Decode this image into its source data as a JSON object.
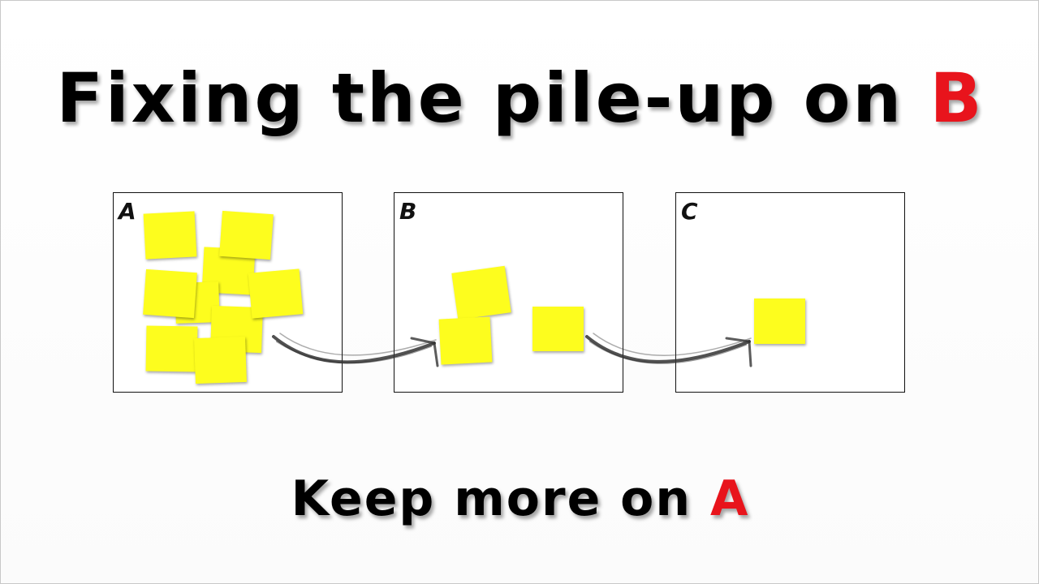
{
  "title": {
    "prefix": "Fixing the pile-up on ",
    "highlight": "B"
  },
  "subtitle": {
    "prefix": "Keep more on ",
    "highlight": "A"
  },
  "stations": [
    {
      "label": "A",
      "notes": 9
    },
    {
      "label": "B",
      "notes": 3
    },
    {
      "label": "C",
      "notes": 1
    }
  ],
  "colors": {
    "accent": "#e8141c",
    "note": "#fdfd1e",
    "arrow": "#333333"
  }
}
